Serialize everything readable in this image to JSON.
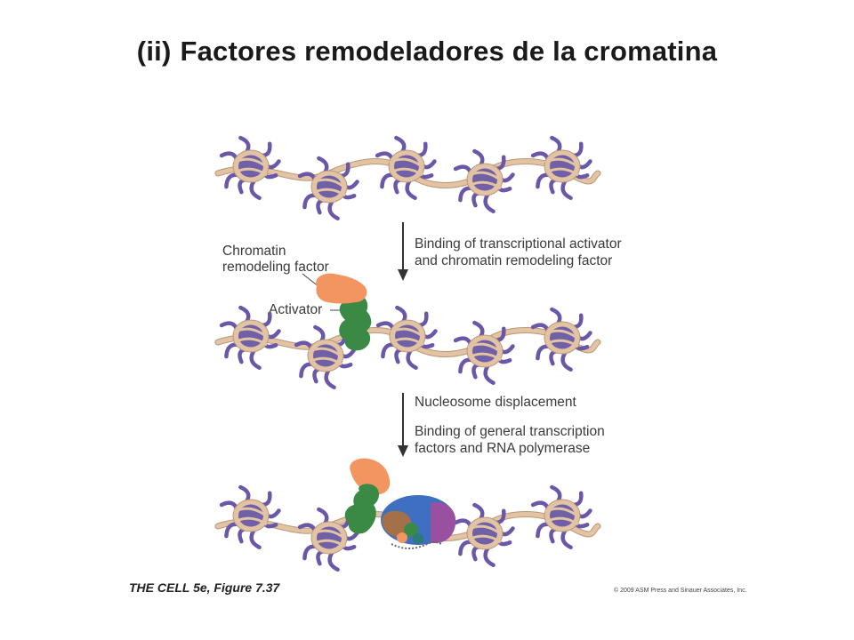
{
  "slide": {
    "title_number": "(ii)",
    "title_text": "Factores remodeladores de la cromatina"
  },
  "figure": {
    "labels": {
      "chromatin_remodeling_factor_line1": "Chromatin",
      "chromatin_remodeling_factor_line2": "remodeling factor",
      "activator": "Activator"
    },
    "steps": {
      "step1_line1": "Binding of transcriptional activator",
      "step1_line2": "and chromatin remodeling factor",
      "step2_a": "Nucleosome displacement",
      "step2_b_line1": "Binding of general transcription",
      "step2_b_line2": "factors and RNA polymerase"
    },
    "caption": "THE CELL 5e, Figure 7.37",
    "credit": "© 2009 ASM Press and Sinauer Associates, Inc."
  },
  "colors": {
    "dna": "#e2c3a4",
    "histone": "#7060a6",
    "tail": "#6a57a8",
    "remodeler": "#f39560",
    "activator": "#3a8a46",
    "pol_blue": "#3f6fc0",
    "pol_purple": "#9a50a0",
    "pol_brown": "#a3704a"
  }
}
